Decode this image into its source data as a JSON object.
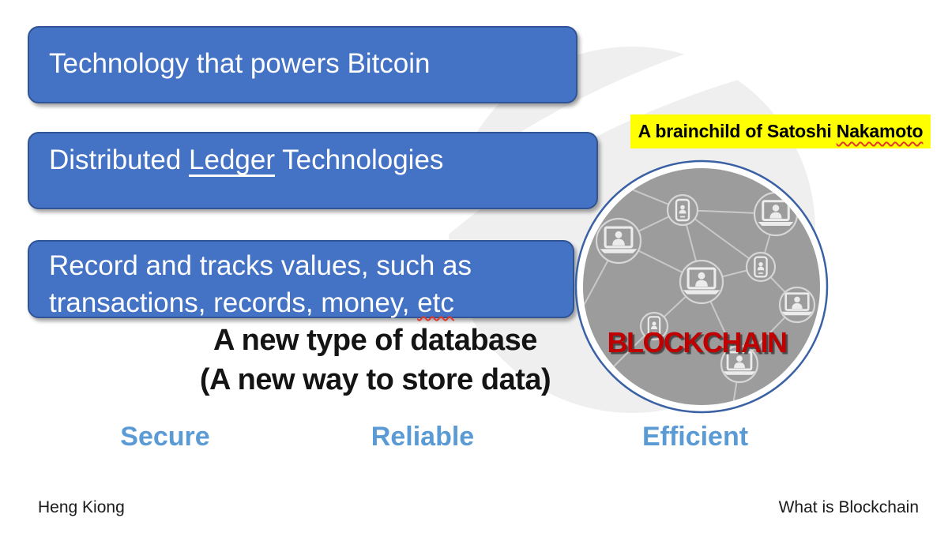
{
  "slide": {
    "title_boxes": {
      "box1": "Technology that powers Bitcoin",
      "box2_pre": "Distributed ",
      "box2_underlined": "Ledger",
      "box2_post": " Technologies",
      "box3_line1": "Record and tracks values, such as",
      "box3_line2_pre": "transactions, records, money, ",
      "box3_line2_etc": "etc"
    },
    "database_note": {
      "line1": "A new type of database",
      "line2": "(A new way to store data)"
    },
    "highlight_note": {
      "pre": "A brainchild of Satoshi ",
      "misspelled": "Nakamoto"
    },
    "blockchain_graphic": {
      "label": "BLOCKCHAIN",
      "node_icons": [
        "laptop-icon",
        "smartphone-icon"
      ],
      "node_count": 8
    },
    "qualities": [
      {
        "label": "Secure"
      },
      {
        "label": "Reliable"
      },
      {
        "label": "Efficient"
      }
    ],
    "footer": {
      "author": "Heng Kiong",
      "topic": "What is Blockchain"
    },
    "colors": {
      "box_fill": "#4472c4",
      "box_border": "#2f5597",
      "quality_text": "#5b9bd5",
      "highlight_bg": "#ffff00",
      "blockchain_red": "#c00000",
      "bg_circle_gray": "#efefef",
      "graphic_disc_gray": "#9c9c9c"
    }
  }
}
